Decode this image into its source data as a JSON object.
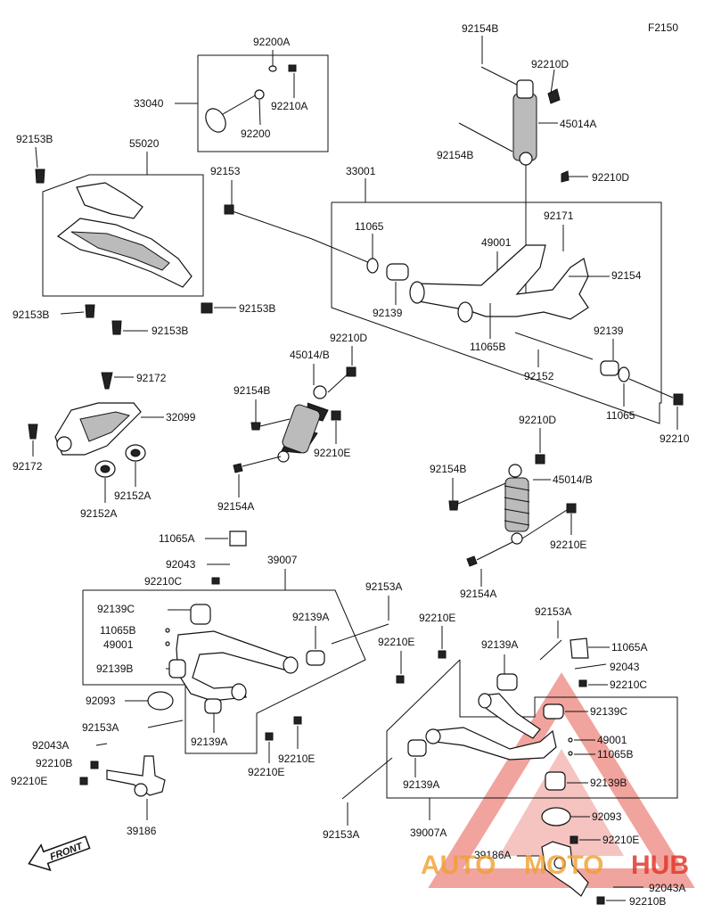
{
  "figure_code": "F2150",
  "parts": {
    "p92154B_top": "92154B",
    "p92210D_top": "92210D",
    "p45014A": "45014A",
    "p92154B_2": "92154B",
    "p92210D_2": "92210D",
    "p92200A": "92200A",
    "p92210A": "92210A",
    "p33040": "33040",
    "p92200": "92200",
    "p92153B_1": "92153B",
    "p55020": "55020",
    "p92153": "92153",
    "p33001": "33001",
    "p11065_1": "11065",
    "p92171": "92171",
    "p49001_1": "49001",
    "p92154": "92154",
    "p92139_1": "92139",
    "p11065B_1": "11065B",
    "p92153B_2": "92153B",
    "p92153B_3": "92153B",
    "p92153B_4": "92153B",
    "p92210D_3": "92210D",
    "p45014B_1": "45014/B",
    "p92139_2": "92139",
    "p92152": "92152",
    "p11065_2": "11065",
    "p92210": "92210",
    "p92172_1": "92172",
    "p92154B_3": "92154B",
    "p32099": "32099",
    "p92210E_1": "92210E",
    "p92172_2": "92172",
    "p92152A_1": "92152A",
    "p92152A_2": "92152A",
    "p92154A_1": "92154A",
    "p92210D_4": "92210D",
    "p92154B_4": "92154B",
    "p45014B_2": "45014/B",
    "p92210E_2": "92210E",
    "p92154A_2": "92154A",
    "p11065A_1": "11065A",
    "p92043_1": "92043",
    "p92210C_1": "92210C",
    "p39007": "39007",
    "p92153A_1": "92153A",
    "p92139C_1": "92139C",
    "p92139A_1": "92139A",
    "p11065B_2": "11065B",
    "p49001_2": "49001",
    "p92139B_1": "92139B",
    "p92093_1": "92093",
    "p92153A_2": "92153A",
    "p92139A_2": "92139A",
    "p92043A_1": "92043A",
    "p92210E_3": "92210E",
    "p92210B_1": "92210B",
    "p92210E_4": "92210E",
    "p92210E_5": "92210E",
    "p39186": "39186",
    "p92210E_6": "92210E",
    "p92153A_3": "92153A",
    "p92210E_7": "92210E",
    "p92139A_3": "92139A",
    "p11065A_2": "11065A",
    "p92043_2": "92043",
    "p92210C_2": "92210C",
    "p92139C_2": "92139C",
    "p49001_3": "49001",
    "p11065B_3": "11065B",
    "p92139A_4": "92139A",
    "p92139B_2": "92139B",
    "p92153A_4": "92153A",
    "p39007A": "39007A",
    "p92093_2": "92093",
    "p39186A": "39186A",
    "p92210E_8": "92210E",
    "p92043A_2": "92043A",
    "p92210B_2": "92210B"
  },
  "front_label": "FRONT",
  "watermark": {
    "text_auto": "AUTO",
    "text_moto": "MOTO",
    "text_hub": "HUB",
    "color_red": "#e03a2e",
    "color_orange": "#f0a030"
  }
}
